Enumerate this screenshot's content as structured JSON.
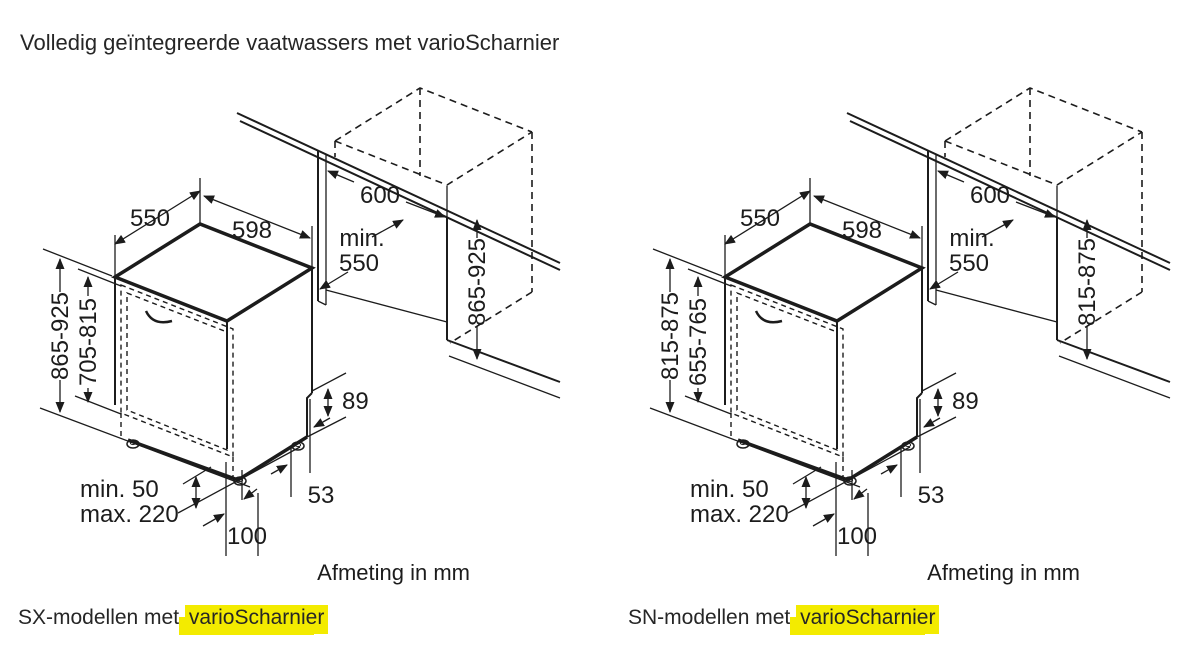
{
  "title": "Volledig geïntegreerde vaatwassers met varioScharnier",
  "colors": {
    "highlight": "#f3eb00",
    "line": "#1c1c1c",
    "text": "#262626"
  },
  "diagrams": [
    {
      "model": "SX",
      "caption_prefix": "SX-modellen met",
      "caption_highlight": "varioScharnier",
      "unit_label": "Afmeting in mm",
      "dims": {
        "top_depth": "550",
        "top_width": "598",
        "niche_width": "600",
        "niche_depth_line1": "min.",
        "niche_depth_line2": "550",
        "height_niche": "865-925",
        "height_total": "865-925",
        "height_door": "705-815",
        "plinth_notch": "89",
        "foot_rear": "53",
        "foot_front": "100",
        "adjust_line1": "min. 50",
        "adjust_line2": "max. 220"
      }
    },
    {
      "model": "SN",
      "caption_prefix": "SN-modellen met",
      "caption_highlight": "varioScharnier",
      "unit_label": "Afmeting in mm",
      "dims": {
        "top_depth": "550",
        "top_width": "598",
        "niche_width": "600",
        "niche_depth_line1": "min.",
        "niche_depth_line2": "550",
        "height_niche": "815-875",
        "height_total": "815-875",
        "height_door": "655-765",
        "plinth_notch": "89",
        "foot_rear": "53",
        "foot_front": "100",
        "adjust_line1": "min. 50",
        "adjust_line2": "max. 220"
      }
    }
  ]
}
